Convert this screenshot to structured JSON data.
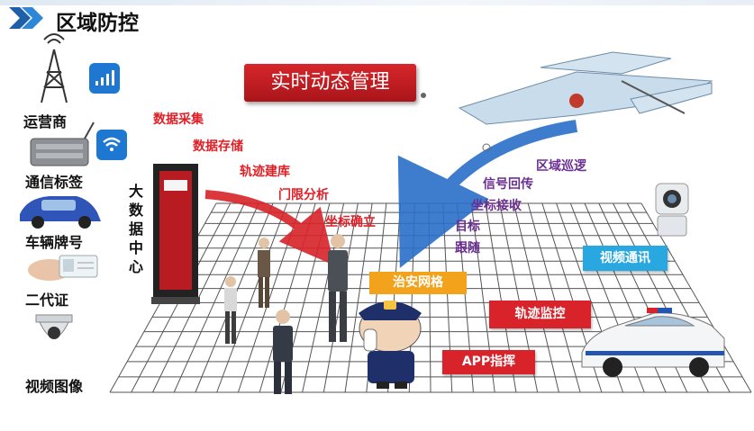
{
  "header": {
    "title": "区域防控"
  },
  "banner": "实时动态管理",
  "left_labels": {
    "operator": "运营商",
    "comm_tag": "通信标签",
    "plate": "车辆牌号",
    "id_card": "二代证",
    "video": "视频图像"
  },
  "datacenter": [
    "大",
    "数",
    "据",
    "中",
    "心"
  ],
  "red_labels": {
    "collect": "数据采集",
    "store": "数据存储",
    "track_build": "轨迹建库",
    "threshold": "门限分析",
    "coord": "坐标确立"
  },
  "purple_labels": {
    "patrol": "区域巡逻",
    "signal": "信号回传",
    "coord_recv": "坐标接收",
    "target": "目标跟随"
  },
  "boxes": {
    "grid": "治安网格",
    "video_comm": "视频通讯",
    "track_monitor": "轨迹监控",
    "app": "APP指挥"
  },
  "colors": {
    "red": "#e01f26",
    "purple": "#6b2f91",
    "orange": "#f3a21b",
    "blue_box": "#29a7e1",
    "arrow_blue": "#2a6fc9",
    "arrow_red": "#d8232a"
  }
}
